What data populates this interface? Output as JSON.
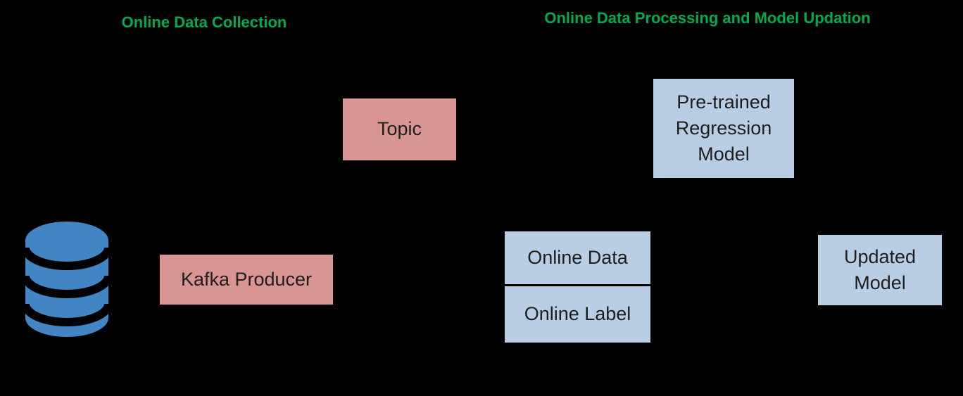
{
  "diagram": {
    "titles": {
      "collection": "Online Data Collection",
      "processing": "Online Data Processing and Model Updation"
    },
    "nodes": {
      "kafka_producer": "Kafka Producer",
      "topic": "Topic",
      "pretrained_model": "Pre-trained Regression Model",
      "online_data": "Online Data",
      "online_label": "Online Label",
      "updated_model": "Updated Model"
    },
    "icons": {
      "database": "database-icon"
    },
    "colors": {
      "background": "#000000",
      "section_title_green": "#00AB50",
      "kafka_rose": "#D99593",
      "model_light_blue": "#B9CDE5",
      "database_blue": "#4285C4",
      "node_text": "#1E1E1E"
    }
  }
}
